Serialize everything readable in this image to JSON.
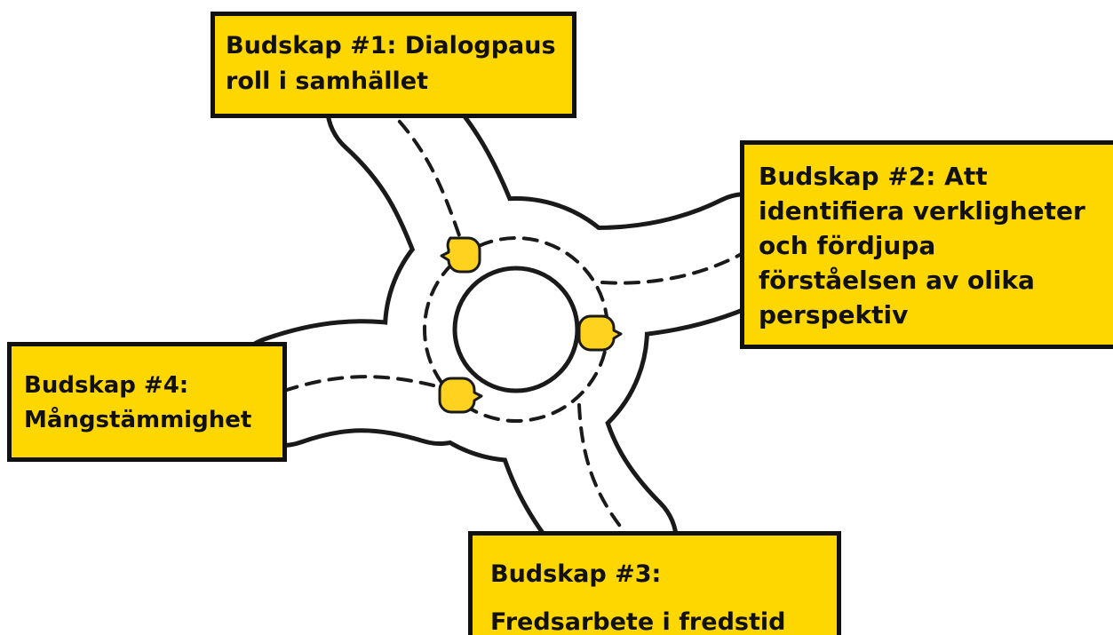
{
  "colors": {
    "box_fill": "#ffd700",
    "box_border": "#111111",
    "road_outline": "#1a1a1a",
    "road_surface": "#ffffff",
    "bubble_fill": "#ffd21f"
  },
  "messages": [
    {
      "lines": [
        "Budskap #1: Dialogpaus",
        "roll i samhället"
      ]
    },
    {
      "lines": [
        "Budskap #2: Att",
        "identifiera verkligheter",
        "och fördjupa",
        "förståelsen av olika",
        "perspektiv"
      ]
    },
    {
      "lines": [
        "Budskap #3:",
        "Fredsarbete i fredstid"
      ]
    },
    {
      "lines": [
        "Budskap #4:",
        "Mångstämmighet"
      ]
    }
  ],
  "icons": [
    "speech-bubble-icon",
    "speech-bubble-icon",
    "speech-bubble-icon",
    "speech-bubble-icon"
  ]
}
